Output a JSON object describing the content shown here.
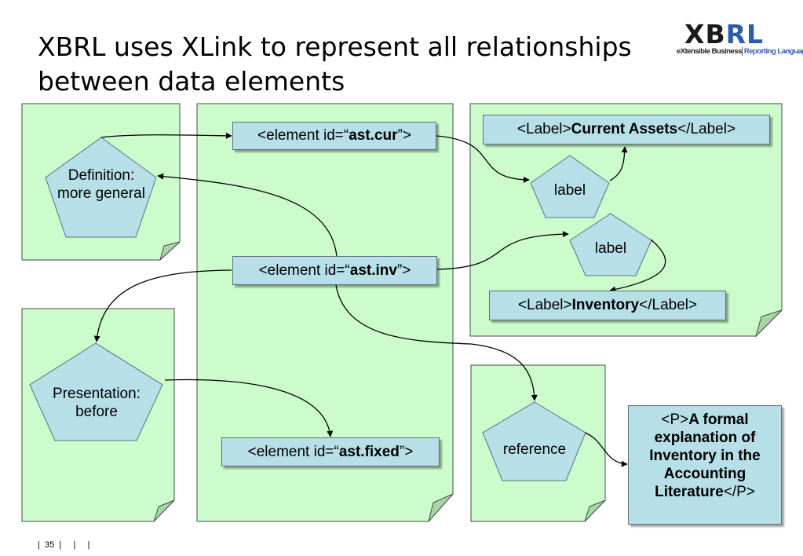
{
  "slide": {
    "title": "XBRL uses XLink to represent all relationships between data elements",
    "footer": "|  35  |     |     |"
  },
  "logo": {
    "main_x": "X",
    "main_b": "B",
    "main_r": "R",
    "main_l": "L",
    "sub_left": "eXtensible Business",
    "sub_right": "Reporting Language"
  },
  "elements": {
    "cur_prefix": "<element id=“",
    "cur_id": "ast.cur",
    "cur_suffix": "”>",
    "inv_prefix": "<element id=“",
    "inv_id": "ast.inv",
    "inv_suffix": "”>",
    "fixed_prefix": "<element id=“",
    "fixed_id": "ast.fixed",
    "fixed_suffix": "”>"
  },
  "labels": {
    "current_open": "<Label>",
    "current_text": "Current Assets",
    "current_close": "</Label>",
    "inventory_open": "<Label>",
    "inventory_text": "Inventory",
    "inventory_close": "</Label>"
  },
  "pentagons": {
    "definition": "Definition: more general",
    "presentation": "Presentation: before",
    "label_1": "label",
    "label_2": "label",
    "reference": "reference"
  },
  "reference_text": {
    "open": "<P>",
    "body": "A formal explanation of Inventory in the Accounting Literature",
    "close": "</P>"
  },
  "colors": {
    "note_fill": "#ccfccc",
    "note_stroke": "#4a4a4a",
    "shape_fill": "#b7dfe8",
    "shape_stroke": "#5f6f7a",
    "arrow": "#000000"
  }
}
